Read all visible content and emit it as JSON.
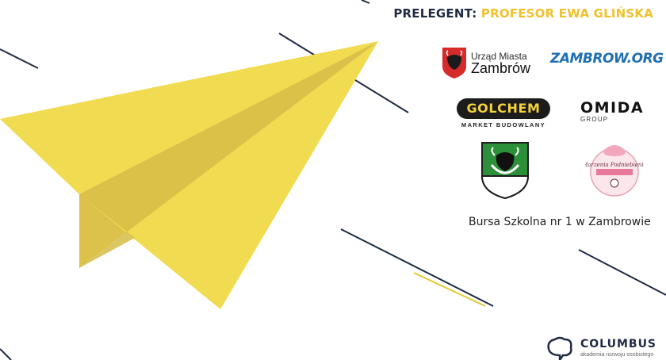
{
  "presenter": {
    "label": "PRELEGENT:",
    "name": "PROFESOR EWA GLIŃSKA"
  },
  "sponsors": {
    "zambrow_city": {
      "line1": "Urząd Miasta",
      "line2": "Zambrów"
    },
    "zambrow_org": {
      "text": "ZAMBROW.ORG"
    },
    "golchem": {
      "name": "GOLCHEM",
      "tagline": "MARKET BUDOWLANY"
    },
    "omida": {
      "name": "OMIDA",
      "tagline": "GROUP"
    },
    "cake_shop": {
      "text": "Marzenia Podniebienia"
    },
    "fund": "Bursa Szkolna nr 1 w Zambrowie"
  },
  "footer": {
    "brand": "COLUMBUS",
    "tagline": "akademia rozwoju osobistego"
  },
  "colors": {
    "navy": "#1f2a44",
    "yellow": "#f0d84a",
    "yellow_dark": "#d9bf42",
    "accent": "#f0c12b"
  }
}
